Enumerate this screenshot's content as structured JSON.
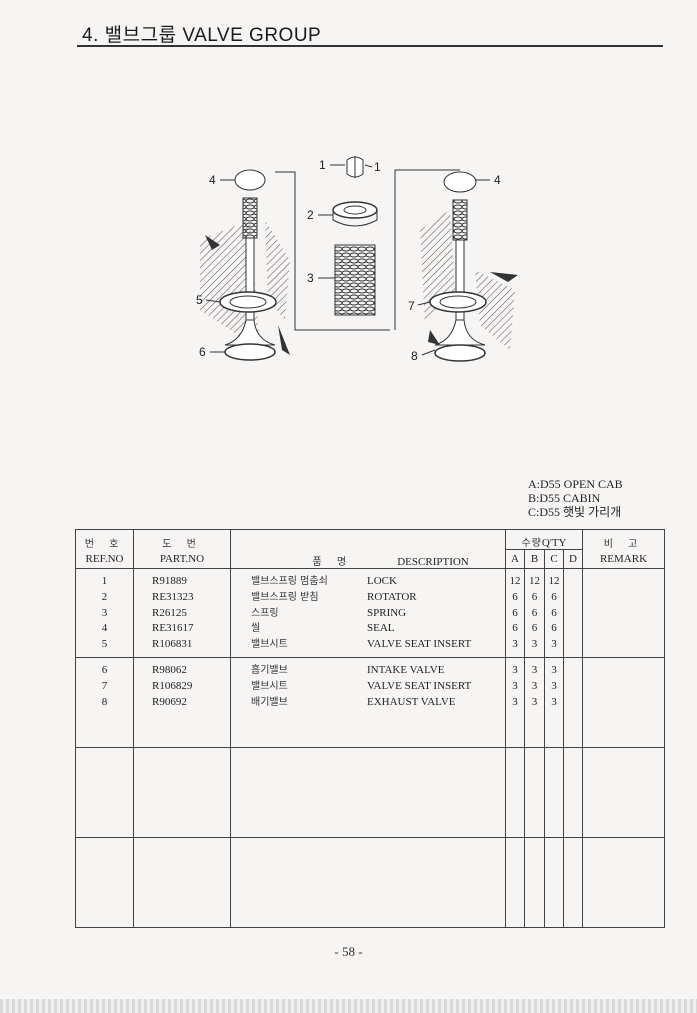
{
  "header": {
    "title": "4. 밸브그룹 VALVE GROUP"
  },
  "figure": {
    "callouts": [
      "1",
      "1",
      "2",
      "3",
      "4",
      "4",
      "5",
      "6",
      "7",
      "8"
    ]
  },
  "legend": {
    "a": "A:D55 OPEN CAB",
    "b": "B:D55 CABIN",
    "c": "C:D55 햇빛 가리개"
  },
  "table": {
    "headers": {
      "ref_ko": "번 호",
      "ref_en": "REF.NO",
      "part_ko": "도 번",
      "part_en": "PART.NO",
      "name_ko": "품 명",
      "desc_en": "DESCRIPTION",
      "qty_ko": "수량",
      "qty_en": "Q'TY",
      "qty_cols": [
        "A",
        "B",
        "C",
        "D"
      ],
      "remark_ko": "비 고",
      "remark_en": "REMARK"
    },
    "groups": [
      {
        "rows": [
          {
            "ref": "1",
            "part": "R91889",
            "name_ko": "밸브스프링 멈춤쇠",
            "desc": "LOCK",
            "a": "12",
            "b": "12",
            "c": "12",
            "d": ""
          },
          {
            "ref": "2",
            "part": "RE31323",
            "name_ko": "밸브스프링 받침",
            "desc": "ROTATOR",
            "a": "6",
            "b": "6",
            "c": "6",
            "d": ""
          },
          {
            "ref": "3",
            "part": "R26125",
            "name_ko": "스프링",
            "desc": "SPRING",
            "a": "6",
            "b": "6",
            "c": "6",
            "d": ""
          },
          {
            "ref": "4",
            "part": "RE31617",
            "name_ko": "씰",
            "desc": "SEAL",
            "a": "6",
            "b": "6",
            "c": "6",
            "d": ""
          },
          {
            "ref": "5",
            "part": "R106831",
            "name_ko": "밸브시트",
            "desc": "VALVE SEAT INSERT",
            "a": "3",
            "b": "3",
            "c": "3",
            "d": ""
          }
        ]
      },
      {
        "rows": [
          {
            "ref": "6",
            "part": "R98062",
            "name_ko": "흡기밸브",
            "desc": "INTAKE VALVE",
            "a": "3",
            "b": "3",
            "c": "3",
            "d": ""
          },
          {
            "ref": "7",
            "part": "R106829",
            "name_ko": "밸브시트",
            "desc": "VALVE SEAT INSERT",
            "a": "3",
            "b": "3",
            "c": "3",
            "d": ""
          },
          {
            "ref": "8",
            "part": "R90692",
            "name_ko": "배기밸브",
            "desc": "EXHAUST VALVE",
            "a": "3",
            "b": "3",
            "c": "3",
            "d": ""
          }
        ]
      },
      {
        "rows": []
      },
      {
        "rows": []
      }
    ]
  },
  "footer": {
    "page": "- 58 -"
  }
}
